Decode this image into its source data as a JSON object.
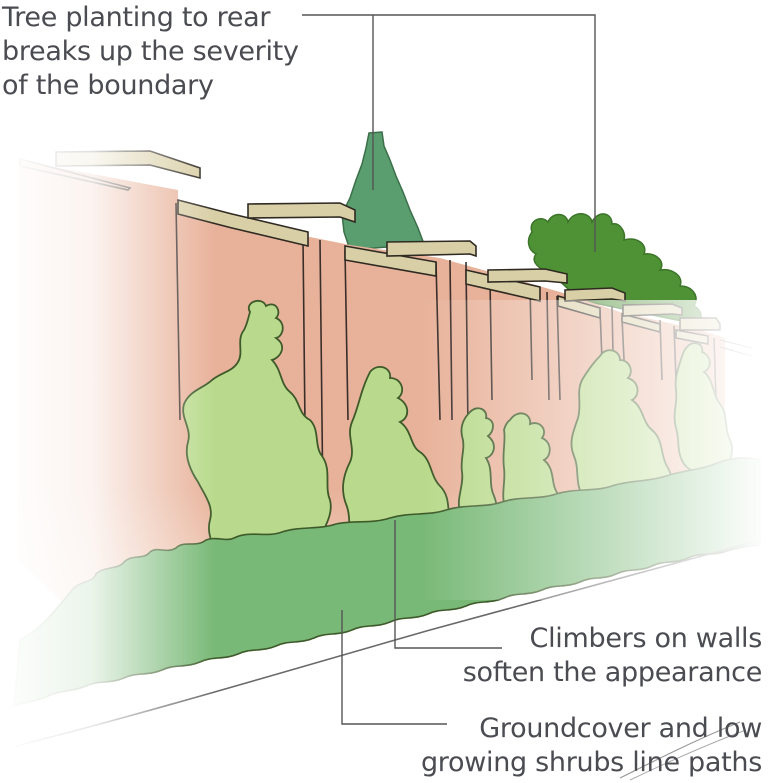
{
  "diagram": {
    "type": "annotated-illustration",
    "subject": "Boundary wall with piers, trees behind, climbers and groundcover planting",
    "colors": {
      "wall": "#e8b29a",
      "coping": "#d9cfa6",
      "conifer": "#5a9e6f",
      "broadleaf_tree": "#4f9236",
      "climbers": "#b9da8c",
      "groundcover": "#79b977",
      "outline": "#2f3a2a",
      "leader_line": "#555555",
      "label_text": "#4a4c52"
    },
    "annotations": [
      {
        "id": "tree-planting",
        "lines": [
          "Tree planting to rear",
          "breaks up the severity",
          "of the boundary"
        ],
        "targets": [
          "conifer-tree",
          "broadleaf-tree"
        ]
      },
      {
        "id": "climbers",
        "lines": [
          "Climbers on walls",
          "soften the appearance"
        ],
        "targets": [
          "climber-shrub"
        ]
      },
      {
        "id": "groundcover",
        "lines": [
          "Groundcover and low",
          "growing shrubs line paths"
        ],
        "targets": [
          "groundcover-strip"
        ]
      }
    ]
  }
}
